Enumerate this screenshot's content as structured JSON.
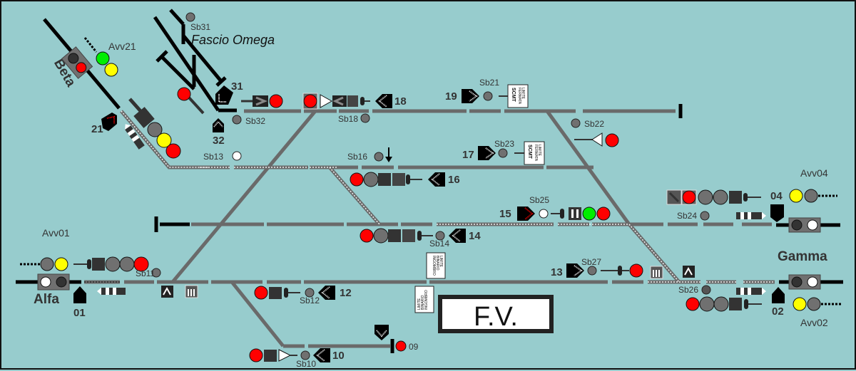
{
  "station": {
    "name": "F.V.",
    "directions": {
      "alfa": "Alfa",
      "beta": "Beta",
      "gamma": "Gamma"
    },
    "yard": "Fascio Omega"
  },
  "signals": {
    "s01": "01",
    "s02": "02",
    "s04": "04",
    "s09": "09",
    "s10": "10",
    "s12": "12",
    "s13": "13",
    "s14": "14",
    "s15": "15",
    "s16": "16",
    "s17": "17",
    "s18": "18",
    "s19": "19",
    "s21": "21",
    "s31": "31",
    "s32": "32"
  },
  "approach_signals": {
    "avv01": "Avv01",
    "avv02": "Avv02",
    "avv04": "Avv04",
    "avv21": "Avv21"
  },
  "shunting_signals": {
    "sb10": "Sb10",
    "sb11": "Sb11",
    "sb12": "Sb12",
    "sb13": "Sb13",
    "sb14": "Sb14",
    "sb16": "Sb16",
    "sb18": "Sb18",
    "sb21": "Sb21",
    "sb22": "Sb22",
    "sb23": "Sb23",
    "sb24": "Sb24",
    "sb25": "Sb25",
    "sb26": "Sb26",
    "sb27": "Sb27",
    "sb31": "Sb31",
    "sb32": "Sb32"
  },
  "signs": {
    "limite_fermata": {
      "line1": "LIMITE",
      "line2": "FERMATA",
      "line3": "SCMT"
    },
    "limite_binario": {
      "line1": "LIMITE",
      "line2": "BINARIO",
      "line3": "INGOMBRO"
    }
  },
  "colors": {
    "background": "#97cccd",
    "red": "#ff0000",
    "green": "#00ee00",
    "yellow": "#ffff00",
    "white": "#ffffff",
    "off": "#707070",
    "track": "#666666"
  }
}
